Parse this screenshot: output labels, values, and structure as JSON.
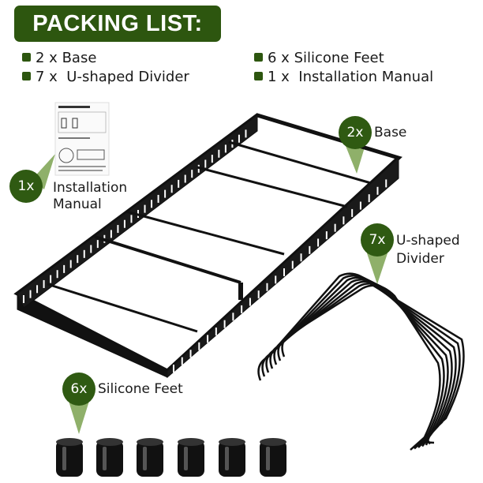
{
  "header": {
    "title": "PACKING LIST:"
  },
  "packing_list": [
    {
      "qty": "2 x",
      "name": "Base"
    },
    {
      "qty": "7 x",
      "name": "U-shaped Divider"
    },
    {
      "qty": "6 x",
      "name": "Silicone Feet"
    },
    {
      "qty": "1 x",
      "name": "Installation Manual"
    }
  ],
  "callouts": {
    "manual": {
      "count": "1x",
      "line1": "Installation",
      "line2": "Manual"
    },
    "base": {
      "count": "2x",
      "line1": "Base"
    },
    "divider": {
      "count": "7x",
      "line1": "U-shaped",
      "line2": "Divider"
    },
    "feet": {
      "count": "6x",
      "line1": "Silicone Feet"
    }
  },
  "manual_sheet": {
    "title": "Pot Rack Installation Instructions"
  },
  "colors": {
    "brand_green": "#2d560f",
    "callout_green": "#8fb06a"
  }
}
